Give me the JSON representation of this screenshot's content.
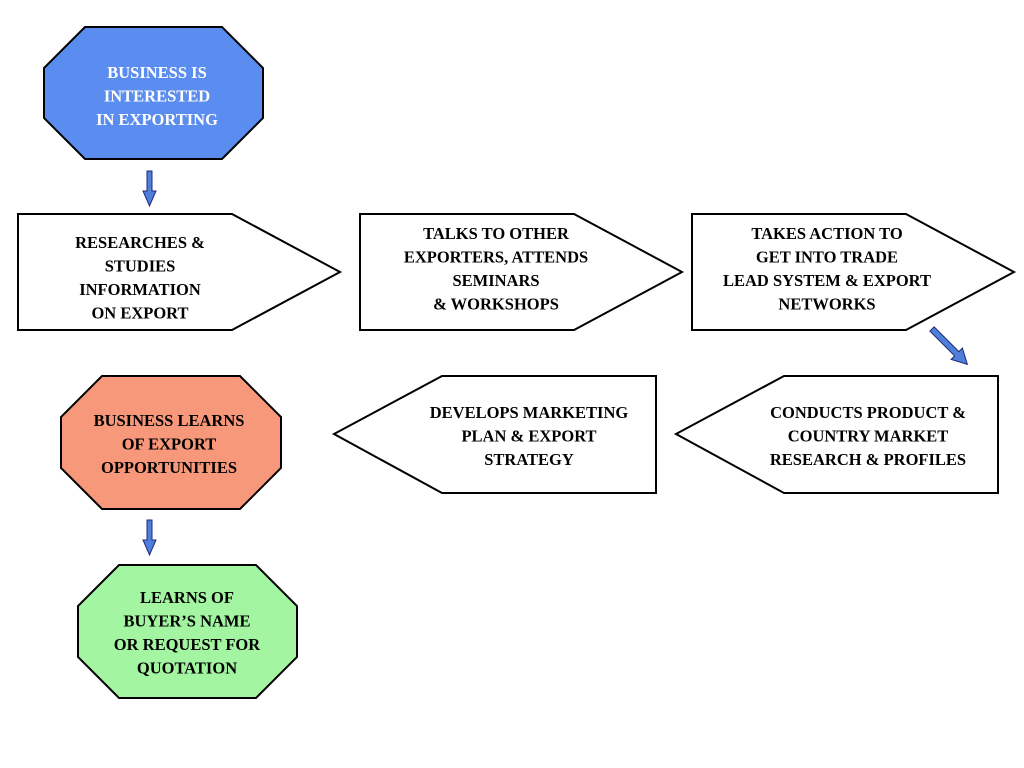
{
  "colors": {
    "start_fill": "#5b8df0",
    "start_text": "#ffffff",
    "learn_fill": "#f7987a",
    "result_fill": "#a3f5a1",
    "step_fill": "#ffffff",
    "arrow_fill": "#4f7fd8"
  },
  "nodes": {
    "start": {
      "lines": [
        "BUSINESS IS",
        "INTERESTED",
        "IN EXPORTING"
      ]
    },
    "research": {
      "lines": [
        "RESEARCHES &",
        "STUDIES",
        "INFORMATION",
        "ON EXPORT"
      ]
    },
    "talks": {
      "lines": [
        "TALKS TO OTHER",
        "EXPORTERS, ATTENDS",
        "SEMINARS",
        "& WORKSHOPS"
      ]
    },
    "action": {
      "lines": [
        "TAKES ACTION TO",
        "GET INTO TRADE",
        "LEAD SYSTEM & EXPORT",
        "NETWORKS"
      ]
    },
    "conducts": {
      "lines": [
        "CONDUCTS PRODUCT &",
        "COUNTRY MARKET",
        "RESEARCH & PROFILES"
      ]
    },
    "develops": {
      "lines": [
        "DEVELOPS MARKETING",
        "PLAN & EXPORT",
        "STRATEGY"
      ]
    },
    "learns_opportunities": {
      "lines": [
        "BUSINESS LEARNS",
        "OF EXPORT",
        "OPPORTUNITIES"
      ]
    },
    "learns_buyer": {
      "lines": [
        "LEARNS OF",
        "BUYER’S NAME",
        "OR REQUEST FOR",
        "QUOTATION"
      ]
    }
  }
}
